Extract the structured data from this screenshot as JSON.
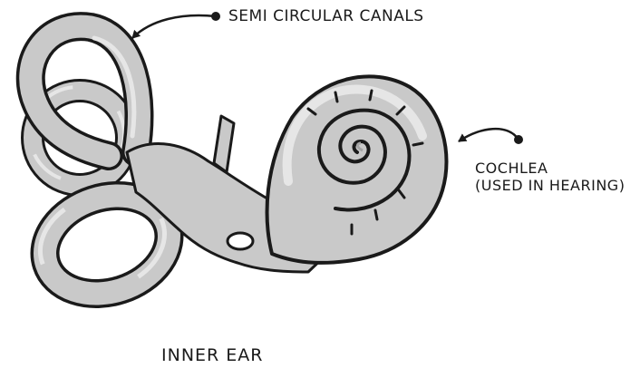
{
  "diagram": {
    "title": "INNER EAR",
    "labels": {
      "semicircular_canals": "SEMI CIRCULAR CANALS",
      "cochlea": "COCHLEA",
      "cochlea_note": "(USED IN HEARING)"
    },
    "colors": {
      "outline": "#1a1a1a",
      "fill": "#c9c9c9",
      "fill_light": "#e6e6e6",
      "fill_shadow": "#a4a4a4",
      "background": "#ffffff"
    }
  }
}
